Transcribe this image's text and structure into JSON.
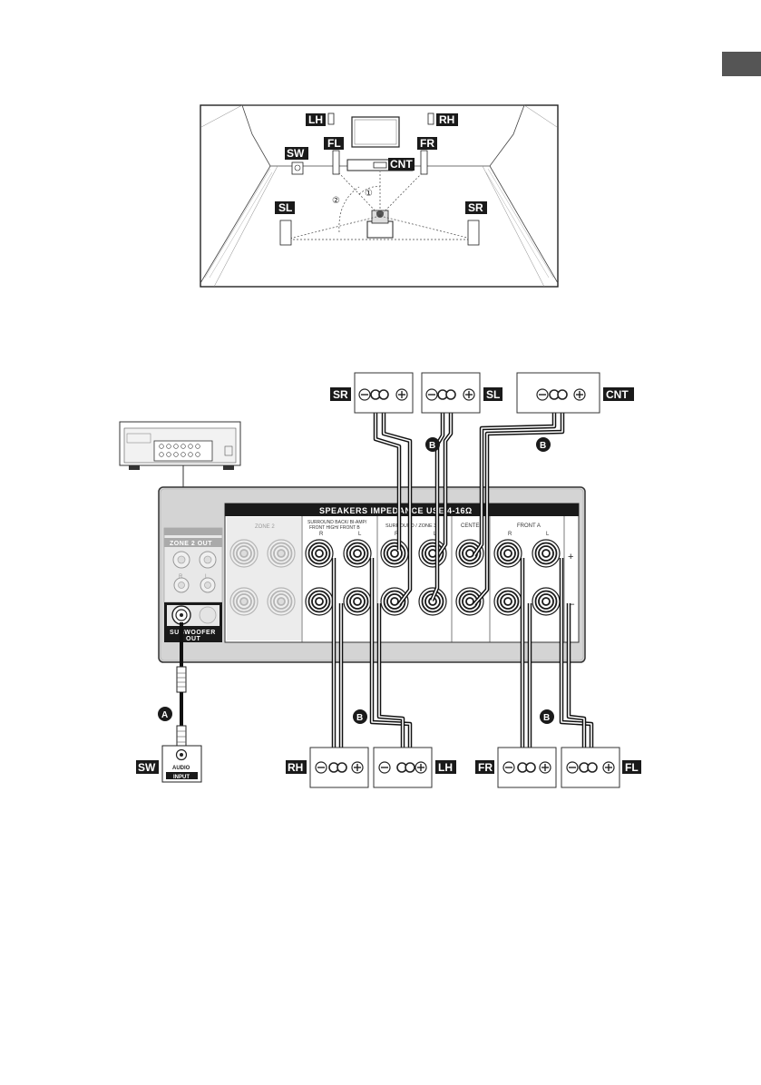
{
  "room": {
    "labels": {
      "LH": "LH",
      "RH": "RH",
      "FL": "FL",
      "FR": "FR",
      "SW": "SW",
      "CNT": "CNT",
      "SL": "SL",
      "SR": "SR"
    },
    "angle_marks": {
      "a1": "①",
      "a2": "②"
    }
  },
  "panel": {
    "header": "SPEAKERS   IMPEDANCE USE 4-16Ω",
    "sections": {
      "zone2": "ZONE 2",
      "surround_back": "SURROUND BACK/ BI-AMP/",
      "surround_back_2": "FRONT HIGH/ FRONT B",
      "surround": "SURROUND / ZONE 3",
      "center": "CENTER",
      "front_a": "FRONT A"
    },
    "channel_labels": {
      "r": "R",
      "l": "L"
    },
    "polarity": {
      "plus": "+",
      "minus": "–"
    },
    "zone2_out": "ZONE 2 OUT",
    "subwoofer_out": "SUBWOOFER",
    "subwoofer_out_2": "OUT"
  },
  "speaker_tags": {
    "SR": "SR",
    "SL": "SL",
    "CNT": "CNT",
    "RH": "RH",
    "LH": "LH",
    "FR": "FR",
    "FL": "FL",
    "SW": "SW"
  },
  "subwoofer_input": {
    "line1": "AUDIO",
    "line2": "INPUT"
  },
  "cable_labels": {
    "a": "A",
    "b": "B"
  },
  "colors": {
    "tag_bg": "#1a1a1a",
    "panel_bg": "#d4d4d4",
    "side_tab": "#555555"
  }
}
